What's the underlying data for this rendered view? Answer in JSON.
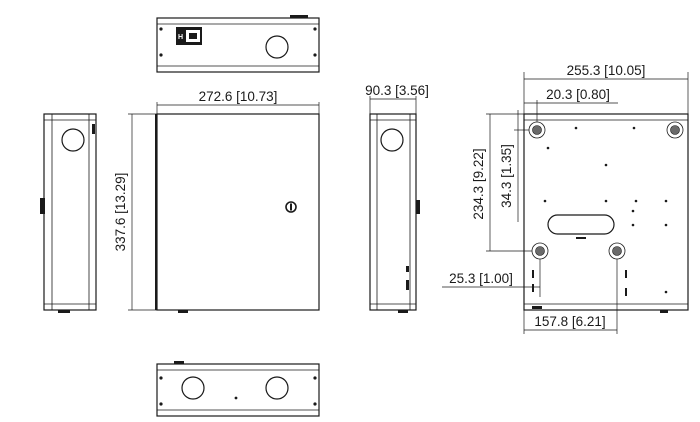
{
  "dimensions": {
    "front_width": "272.6 [10.73]",
    "front_height": "337.6 [13.29]",
    "side_depth": "90.3 [3.56]",
    "back_width": "255.3 [10.05]",
    "back_hole_offset_x": "20.3 [0.80]",
    "back_hole_spacing_y": "234.3 [9.22]",
    "back_hole_offset_y": "34.3 [1.35]",
    "back_lower_offset_x": "25.3 [1.00]",
    "back_lower_spacing_x": "157.8 [6.21]"
  },
  "top_view": {
    "power_badge": "H"
  },
  "colors": {
    "line": "#1a1a1a",
    "fill": "#ffffff",
    "accent": "#6a6a6a"
  }
}
